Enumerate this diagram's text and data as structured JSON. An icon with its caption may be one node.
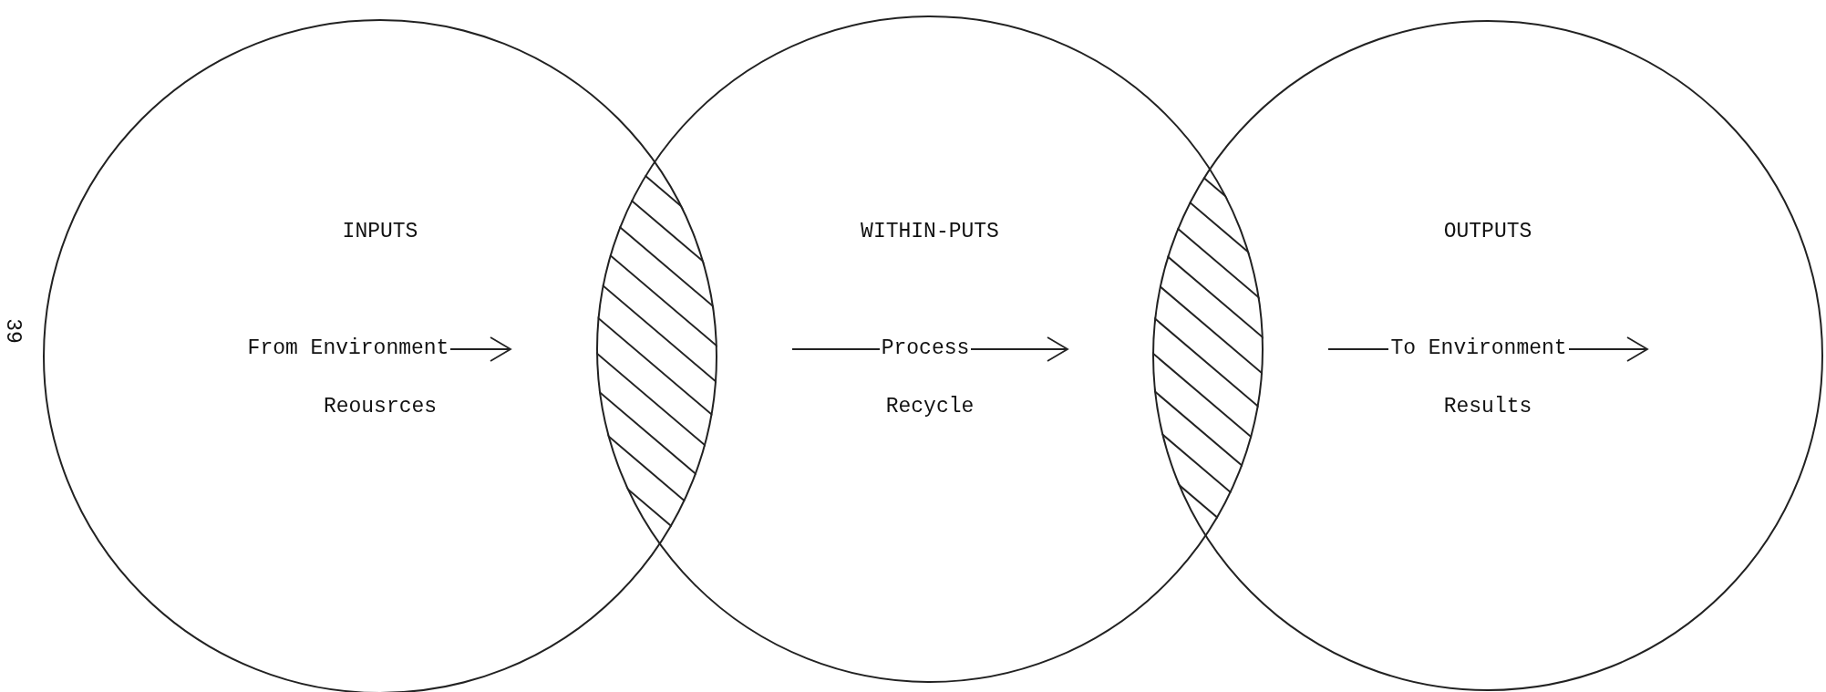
{
  "diagram": {
    "nodes": [
      {
        "text": [
          "INPUTS",
          "From Environment",
          "Reousrces"
        ]
      },
      {
        "text": [
          "WITHIN-PUTS",
          "Process",
          "Recycle"
        ]
      },
      {
        "text": [
          "OUTPUTS",
          "To Environment",
          "Results"
        ]
      }
    ],
    "labels": [
      "39"
    ]
  }
}
